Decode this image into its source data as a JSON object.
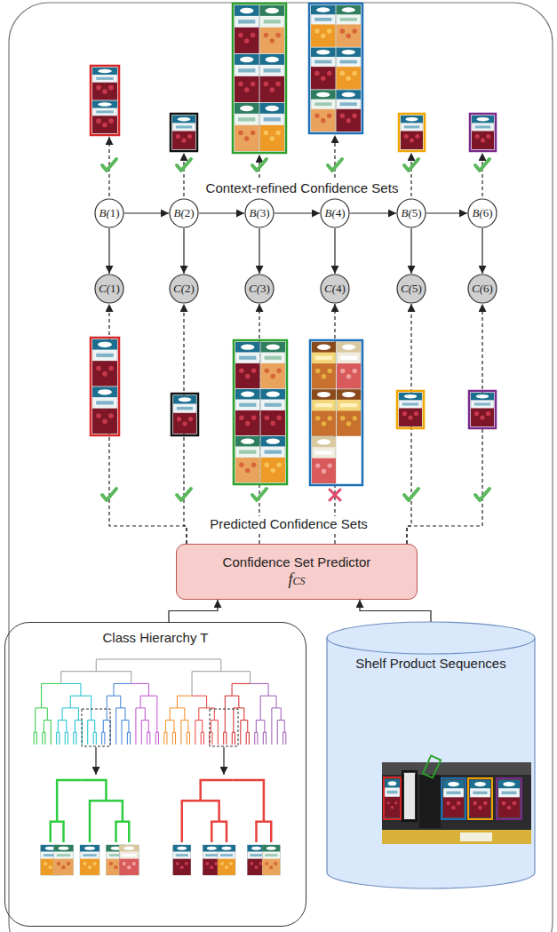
{
  "diagram": {
    "nodes": [
      {
        "text": [
          "B(1)"
        ]
      },
      {
        "text": [
          "B(2)"
        ]
      },
      {
        "text": [
          "B(3)"
        ]
      },
      {
        "text": [
          "B(4)"
        ]
      },
      {
        "text": [
          "B(5)"
        ]
      },
      {
        "text": [
          "B(6)"
        ]
      },
      {
        "text": [
          "C(1)"
        ]
      },
      {
        "text": [
          "C(2)"
        ]
      },
      {
        "text": [
          "C(3)"
        ]
      },
      {
        "text": [
          "C(4)"
        ]
      },
      {
        "text": [
          "C(5)"
        ]
      },
      {
        "text": [
          "C(6)"
        ]
      },
      {
        "text": [
          "Confidence Set Predictor",
          "fCS"
        ]
      },
      {
        "text": [
          "Class Hierarchy T"
        ]
      },
      {
        "text": [
          "Shelf Product Sequences"
        ]
      }
    ],
    "edges": [
      {
        "from": 0,
        "to": 1,
        "arrow": "to"
      },
      {
        "from": 1,
        "to": 2,
        "arrow": "to"
      },
      {
        "from": 2,
        "to": 3,
        "arrow": "to"
      },
      {
        "from": 3,
        "to": 4,
        "arrow": "to"
      },
      {
        "from": 4,
        "to": 5,
        "arrow": "to"
      },
      {
        "from": 0,
        "to": 6,
        "arrow": "to"
      },
      {
        "from": 1,
        "to": 7,
        "arrow": "to"
      },
      {
        "from": 2,
        "to": 8,
        "arrow": "to"
      },
      {
        "from": 3,
        "to": 9,
        "arrow": "to"
      },
      {
        "from": 4,
        "to": 10,
        "arrow": "to"
      },
      {
        "from": 5,
        "to": 11,
        "arrow": "to"
      },
      {
        "from": 12,
        "to": 6,
        "arrow": "to"
      },
      {
        "from": 12,
        "to": 7,
        "arrow": "to"
      },
      {
        "from": 12,
        "to": 8,
        "arrow": "to"
      },
      {
        "from": 12,
        "to": 9,
        "arrow": "to"
      },
      {
        "from": 12,
        "to": 10,
        "arrow": "to"
      },
      {
        "from": 12,
        "to": 11,
        "arrow": "to"
      },
      {
        "from": 13,
        "to": 12,
        "arrow": "to"
      },
      {
        "from": 14,
        "to": 12,
        "arrow": "to"
      }
    ],
    "labels": [
      "Context-refined Confidence Sets",
      "Predicted Confidence Sets"
    ]
  }
}
